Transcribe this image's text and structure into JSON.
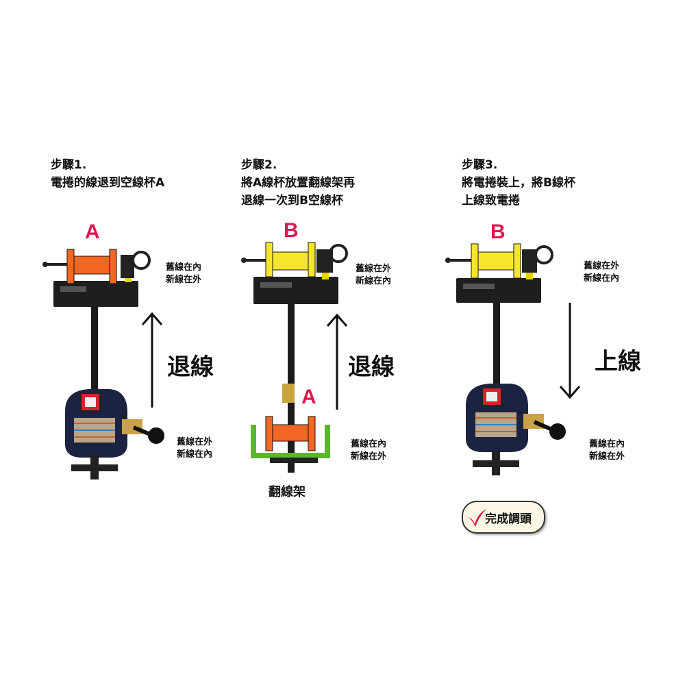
{
  "steps": [
    {
      "title": "步驟1.\n電捲的線退到空線杯A",
      "spool_letter": "A",
      "spool_color": "#f26722",
      "top_note": "舊線在內\n新線在外",
      "action": "退線",
      "direction": "up",
      "bottom_note": "舊線在外\n新線在內"
    },
    {
      "title": "步驟2.\n將A線杯放置翻線架再\n退線一次到B空線杯",
      "spool_letter": "B",
      "spool_color": "#f5e62b",
      "top_note": "舊線在外\n新線在內",
      "action": "退線",
      "direction": "up",
      "bottom_letter": "A",
      "bottom_note": "舊線在內\n新線在外",
      "bottom_caption": "翻線架"
    },
    {
      "title": "步驟3.\n將電捲裝上，將B線杯\n上線致電捲",
      "spool_letter": "B",
      "spool_color": "#f5e62b",
      "top_note": "舊線在外\n新線在內",
      "action": "上線",
      "direction": "down",
      "bottom_note": "舊線在內\n新線在外",
      "badge": "完成調頭"
    }
  ],
  "colors": {
    "letter": "#e0174e",
    "cradle": "#5cb531",
    "check": "#e0174e"
  }
}
